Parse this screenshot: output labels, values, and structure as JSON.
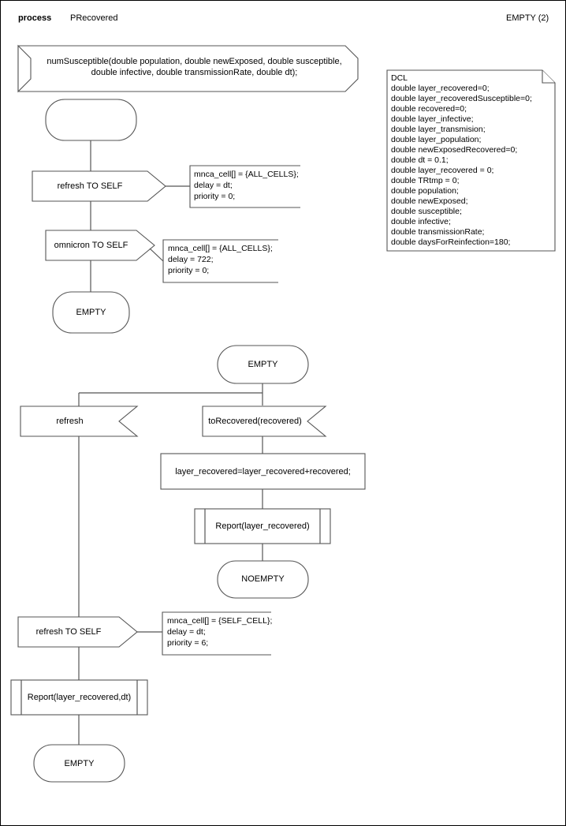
{
  "header": {
    "keyword": "process",
    "process_name": "PRecovered",
    "state_indicator": "EMPTY (2)"
  },
  "procedure_header": {
    "line1": "numSusceptible(double population, double newExposed, double susceptible,",
    "line2": "double infective, double transmissionRate, double dt);"
  },
  "dcl": {
    "title": "DCL",
    "lines": [
      "double layer_recovered=0;",
      "double layer_recoveredSusceptible=0;",
      "double recovered=0;",
      "double layer_infective;",
      "double layer_transmision;",
      "double layer_population;",
      "double newExposedRecovered=0;",
      "double dt = 0.1;",
      "double layer_recovered = 0;",
      "double TRtmp = 0;",
      "double population;",
      "double newExposed;",
      "double susceptible;",
      "double infective;",
      "double transmissionRate;",
      "double daysForReinfection=180;"
    ]
  },
  "nodes": {
    "start_state": {
      "label": ""
    },
    "output_refresh_self_1": {
      "label": "refresh TO SELF"
    },
    "comment_1": {
      "line1": "mnca_cell[] = {ALL_CELLS};",
      "line2": "delay = dt;",
      "line3": "priority = 0;"
    },
    "output_omnicron_self": {
      "label": "omnicron TO SELF"
    },
    "comment_2": {
      "line1": "mnca_cell[] = {ALL_CELLS};",
      "line2": "delay = 722;",
      "line3": "priority = 0;"
    },
    "state_empty_1": {
      "label": "EMPTY"
    },
    "state_empty_2": {
      "label": "EMPTY"
    },
    "input_refresh": {
      "label": "refresh"
    },
    "input_torecovered": {
      "label": "toRecovered(recovered)"
    },
    "task_assign": {
      "label": "layer_recovered=layer_recovered+recovered;"
    },
    "call_report_1": {
      "label": "Report(layer_recovered)"
    },
    "state_noempty": {
      "label": "NOEMPTY"
    },
    "output_refresh_self_2": {
      "label": "refresh TO SELF"
    },
    "comment_3": {
      "line1": "mnca_cell[] = {SELF_CELL};",
      "line2": "delay = dt;",
      "line3": "priority = 6;"
    },
    "call_report_2": {
      "label": "Report(layer_recovered,dt)"
    },
    "state_empty_3": {
      "label": "EMPTY"
    }
  },
  "colors": {
    "stroke": "#555555",
    "text": "#000000",
    "background": "#ffffff"
  }
}
